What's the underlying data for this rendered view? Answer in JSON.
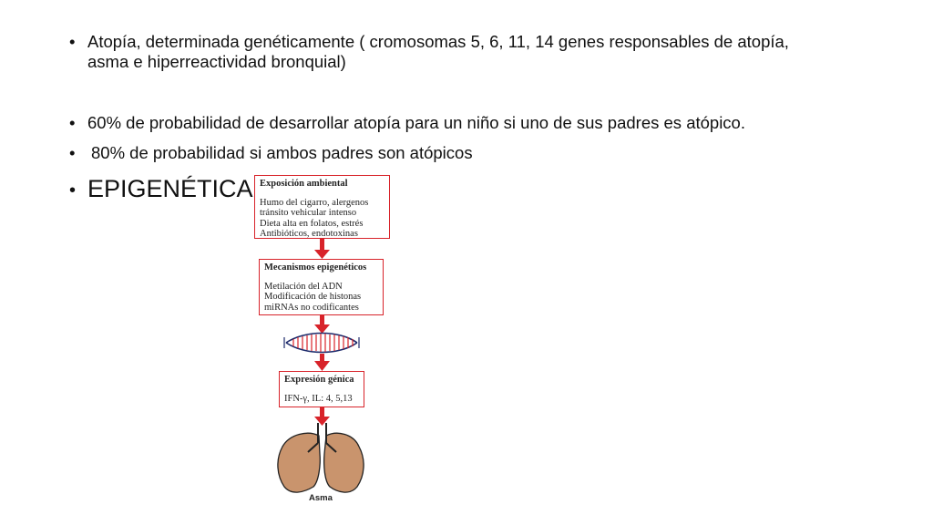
{
  "bullets": [
    {
      "marker": "•",
      "text_line1": "Atopía, determinada genéticamente ( cromosomas 5, 6, 11, 14 genes responsables de atopía,",
      "text_line2": "asma e hiperreactividad bronquial)"
    },
    {
      "marker": "•",
      "text": "60% de probabilidad de desarrollar atopía para un niño si uno de sus padres es atópico."
    },
    {
      "marker": "•",
      "text": "80% de probabilidad si ambos padres son atópicos"
    },
    {
      "marker": "•",
      "text": "EPIGENÉTICA"
    }
  ],
  "diagram": {
    "box1": {
      "heading": "Exposición ambiental",
      "lines": [
        "Humo del cigarro, alergenos",
        "tránsito vehicular intenso",
        "Dieta alta en folatos, estrés",
        "Antibióticos, endotoxinas"
      ]
    },
    "box2": {
      "heading": "Mecanismos epigenéticos",
      "lines": [
        "Metilación del ADN",
        "Modificación de histonas",
        "miRNAs no codificantes"
      ]
    },
    "box3": {
      "heading": "Expresión génica",
      "lines": [
        "IFN-γ, IL: 4, 5,13"
      ]
    },
    "outcome_label": "Asma",
    "colors": {
      "arrow": "#d8232a",
      "lung": "#c9946d",
      "lung_outline": "#222222",
      "dna": "#d8232a"
    }
  }
}
